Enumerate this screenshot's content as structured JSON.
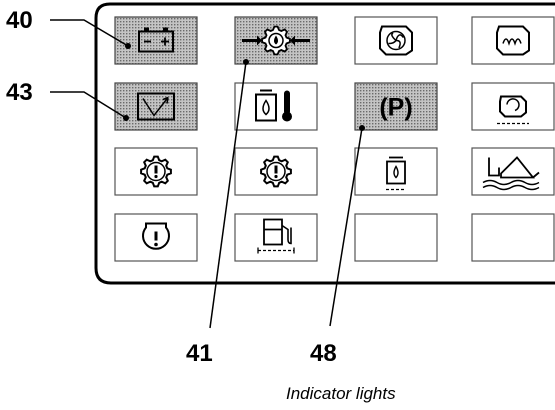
{
  "callouts": [
    {
      "id": "40",
      "label": "40"
    },
    {
      "id": "43",
      "label": "43"
    },
    {
      "id": "41",
      "label": "41"
    },
    {
      "id": "48",
      "label": "48"
    }
  ],
  "caption": "Indicator lights",
  "panel": {
    "shaded_fill": "#b8b8b8",
    "rows": [
      [
        {
          "icon": "battery-charge-icon",
          "shaded": true,
          "text": ""
        },
        {
          "icon": "hydraulic-oil-filter-icon",
          "shaded": true,
          "text": ""
        },
        {
          "icon": "engine-air-filter-icon",
          "shaded": false,
          "text": ""
        },
        {
          "icon": "engine-preheat-icon",
          "shaded": false,
          "text": ""
        }
      ],
      [
        {
          "icon": "seat-belt-icon",
          "shaded": true,
          "text": ""
        },
        {
          "icon": "hydraulic-oil-temperature-icon",
          "shaded": false,
          "text": ""
        },
        {
          "icon": "parking-brake-icon",
          "shaded": true,
          "text": "(P)"
        },
        {
          "icon": "engine-speed-icon",
          "shaded": false,
          "text": ""
        }
      ],
      [
        {
          "icon": "transmission-warning-icon",
          "shaded": false,
          "text": ""
        },
        {
          "icon": "transmission-warning-icon",
          "shaded": false,
          "text": ""
        },
        {
          "icon": "hydraulic-oil-level-icon",
          "shaded": false,
          "text": ""
        },
        {
          "icon": "float-mode-icon",
          "shaded": false,
          "text": ""
        }
      ],
      [
        {
          "icon": "engine-warning-icon",
          "shaded": false,
          "text": ""
        },
        {
          "icon": "fuel-level-icon",
          "shaded": false,
          "text": ""
        },
        {
          "icon": "blank",
          "shaded": false,
          "text": ""
        },
        {
          "icon": "blank",
          "shaded": false,
          "text": ""
        }
      ]
    ]
  }
}
